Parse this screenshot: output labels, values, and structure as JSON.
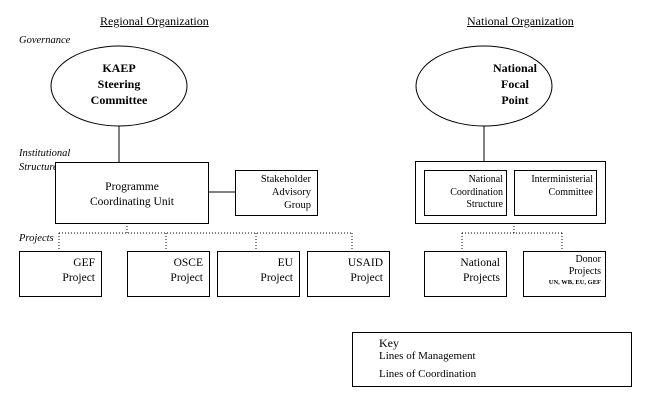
{
  "headings": {
    "regional": "Regional Organization",
    "national": "National Organization"
  },
  "rows": {
    "governance": "Governance",
    "institutional_line1": "Institutional",
    "institutional_line2": "Structure",
    "projects": "Projects"
  },
  "regional": {
    "steering_committee": {
      "line1": "KAEP",
      "line2": "Steering",
      "line3": "Committee"
    },
    "coordinating_unit": {
      "line1": "Programme",
      "line2": "Coordinating Unit"
    },
    "advisory_group": {
      "line1": "Stakeholder",
      "line2": "Advisory",
      "line3": "Group"
    },
    "projects": [
      {
        "line1": "GEF",
        "line2": "Project"
      },
      {
        "line1": "OSCE",
        "line2": "Project"
      },
      {
        "line1": "EU",
        "line2": "Project"
      },
      {
        "line1": "USAID",
        "line2": "Project"
      }
    ]
  },
  "national": {
    "focal_point": {
      "line1": "National",
      "line2": "Focal",
      "line3": "Point"
    },
    "coordination_structure": {
      "line1": "National",
      "line2": "Coordination",
      "line3": "Structure"
    },
    "interministerial": {
      "line1": "Interministerial",
      "line2": "Committee"
    },
    "projects": {
      "national": {
        "line1": "National",
        "line2": "Projects"
      },
      "donor": {
        "line1": "Donor",
        "line2": "Projects",
        "line3": "UN, WB, EU, GEF"
      }
    }
  },
  "key": {
    "title": "Key",
    "management": "Lines of Management",
    "coordination": "Lines of Coordination"
  }
}
